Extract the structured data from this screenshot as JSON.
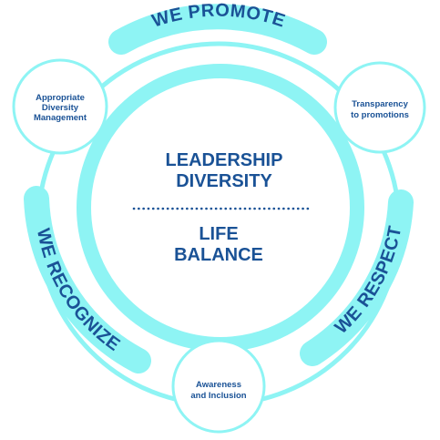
{
  "center": {
    "line1": "LEADERSHIP",
    "line2": "DIVERSITY",
    "line3": "LIFE",
    "line4": "BALANCE"
  },
  "arcs": {
    "top": "WE PROMOTE",
    "left": "WE RECOGNIZE",
    "right": "WE RESPECT"
  },
  "nodes": {
    "top_left": {
      "line1": "Appropriate",
      "line2": "Diversity",
      "line3": "Management"
    },
    "top_right": {
      "line1": "Transparency",
      "line2": "to promotions"
    },
    "bottom": {
      "line1": "Awareness",
      "line2": "and Inclusion"
    }
  },
  "colors": {
    "accent": "#8ef4f4",
    "text": "#1a5296",
    "dots": "#1a5296"
  }
}
